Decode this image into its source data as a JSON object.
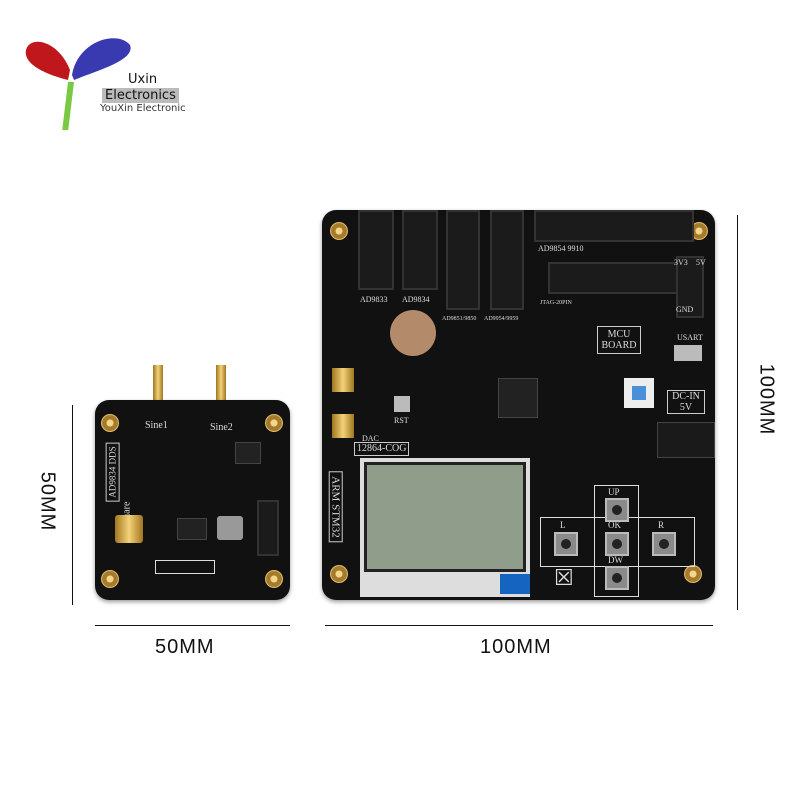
{
  "logo": {
    "line1": "Uxin",
    "line2": "Electronics",
    "line3": "YouXin Electronic",
    "colors": {
      "leaf_left": "#c0171c",
      "leaf_right": "#3a3ab0",
      "stem": "#7ac943"
    }
  },
  "small_board": {
    "title": "AD9834 DDS",
    "connectors": [
      "Sine1",
      "Sine2",
      "Square"
    ]
  },
  "mcu_board": {
    "headers": [
      "AD9833",
      "AD9834",
      "AD9851/9850",
      "AD9954/9959",
      "AD9854 9910",
      "JTAG-20PIN"
    ],
    "labels": {
      "mcu": "MCU BOARD",
      "usart": "USART",
      "dc_in": "DC-IN 5V",
      "arm": "ARM STM32",
      "lcd": "12864-COG",
      "dac": "DAC",
      "rst": "RST",
      "gnd": "GND",
      "v33": "3V3",
      "v5": "5V"
    },
    "buttons": [
      "UP",
      "L",
      "OK",
      "R",
      "DW"
    ]
  },
  "dimensions": {
    "small_width": "50MM",
    "small_height": "50MM",
    "big_width": "100MM",
    "big_height": "100MM"
  }
}
